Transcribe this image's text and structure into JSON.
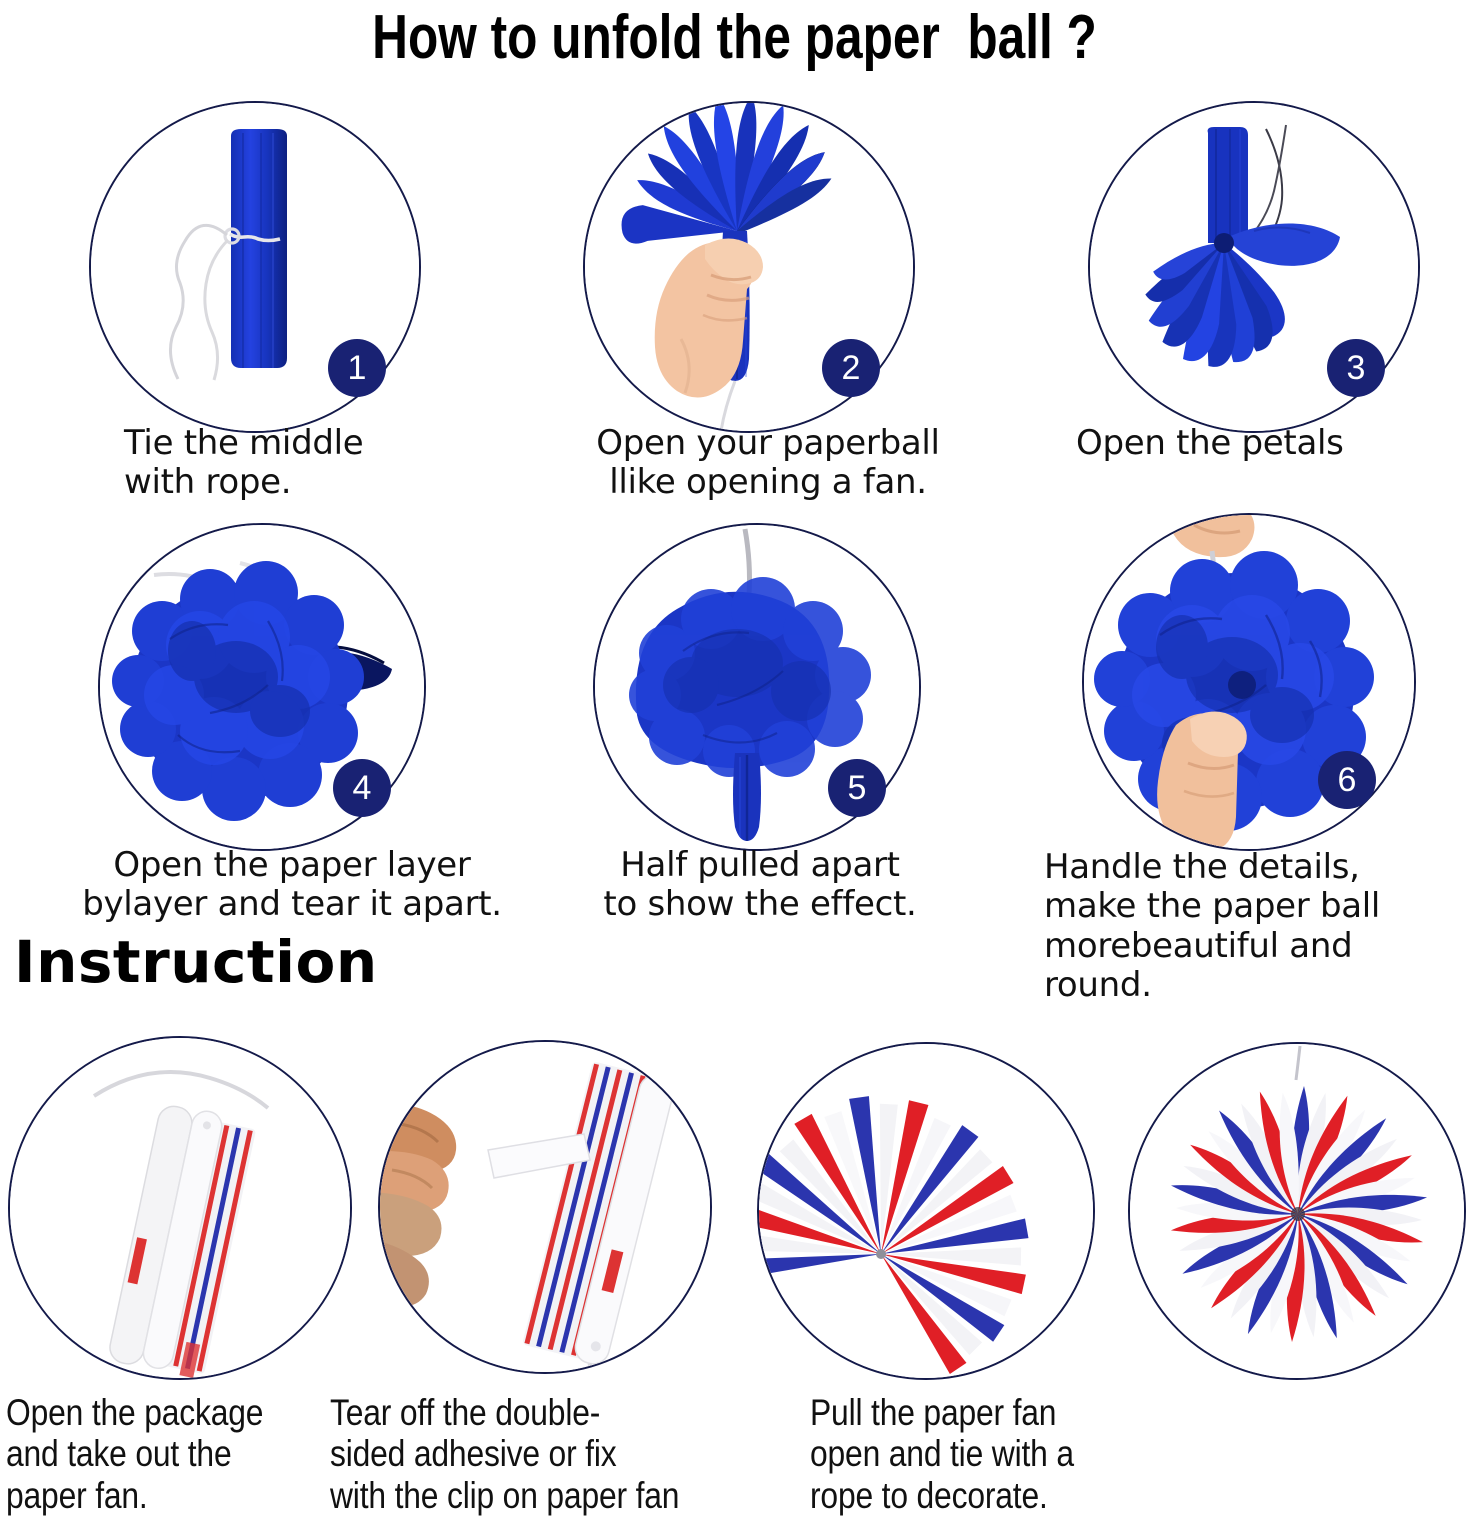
{
  "headings": {
    "main_title": "How to unfold the paper  ball ?",
    "section_title": "Instruction"
  },
  "colors": {
    "badge_navy": "#192273",
    "circle_outline": "#141a4a",
    "tissue_blue": "#1a34c8",
    "tissue_blue_dark": "#0d1e86",
    "fan_red": "#e01f26",
    "fan_blue": "#2b2fa8",
    "fan_white": "#f4f5f8",
    "skin": "#f0c3a0",
    "skin_shadow": "#d9a37e",
    "string_grey": "#c9c9cc",
    "text": "#111111"
  },
  "unfold_steps": [
    {
      "number": "1",
      "caption": "Tie the middle\nwith rope.",
      "image": "folded-tissue-strip-with-rope"
    },
    {
      "number": "2",
      "caption": "Open your paperball\nllike opening a fan.",
      "image": "hand-holding-opened-fan"
    },
    {
      "number": "3",
      "caption": "Open the petals",
      "image": "petals-spread-with-string"
    },
    {
      "number": "4",
      "caption": "Open the paper layer\nbylayer and tear it apart.",
      "image": "half-opened-pompom"
    },
    {
      "number": "5",
      "caption": "Half pulled apart\nto show the effect.",
      "image": "half-pulled-ball-hanging"
    },
    {
      "number": "6",
      "caption": "Handle the details,\nmake the paper ball\nmorebeautiful and\nround.",
      "image": "hands-shaping-pompom"
    }
  ],
  "instruction_steps": [
    {
      "caption": "Open the package\nand take out the\npaper fan.",
      "image": "closed-fan-package-with-string"
    },
    {
      "caption": "Tear off the double-\nsided adhesive or fix\nwith the clip on paper fan",
      "image": "hand-peeling-adhesive-strip"
    },
    {
      "caption": "Pull the paper fan\nopen and tie with a\nrope to decorate.",
      "image": "partially-opened-striped-fan"
    },
    {
      "caption": "",
      "image": "fully-opened-striped-rosette"
    }
  ]
}
